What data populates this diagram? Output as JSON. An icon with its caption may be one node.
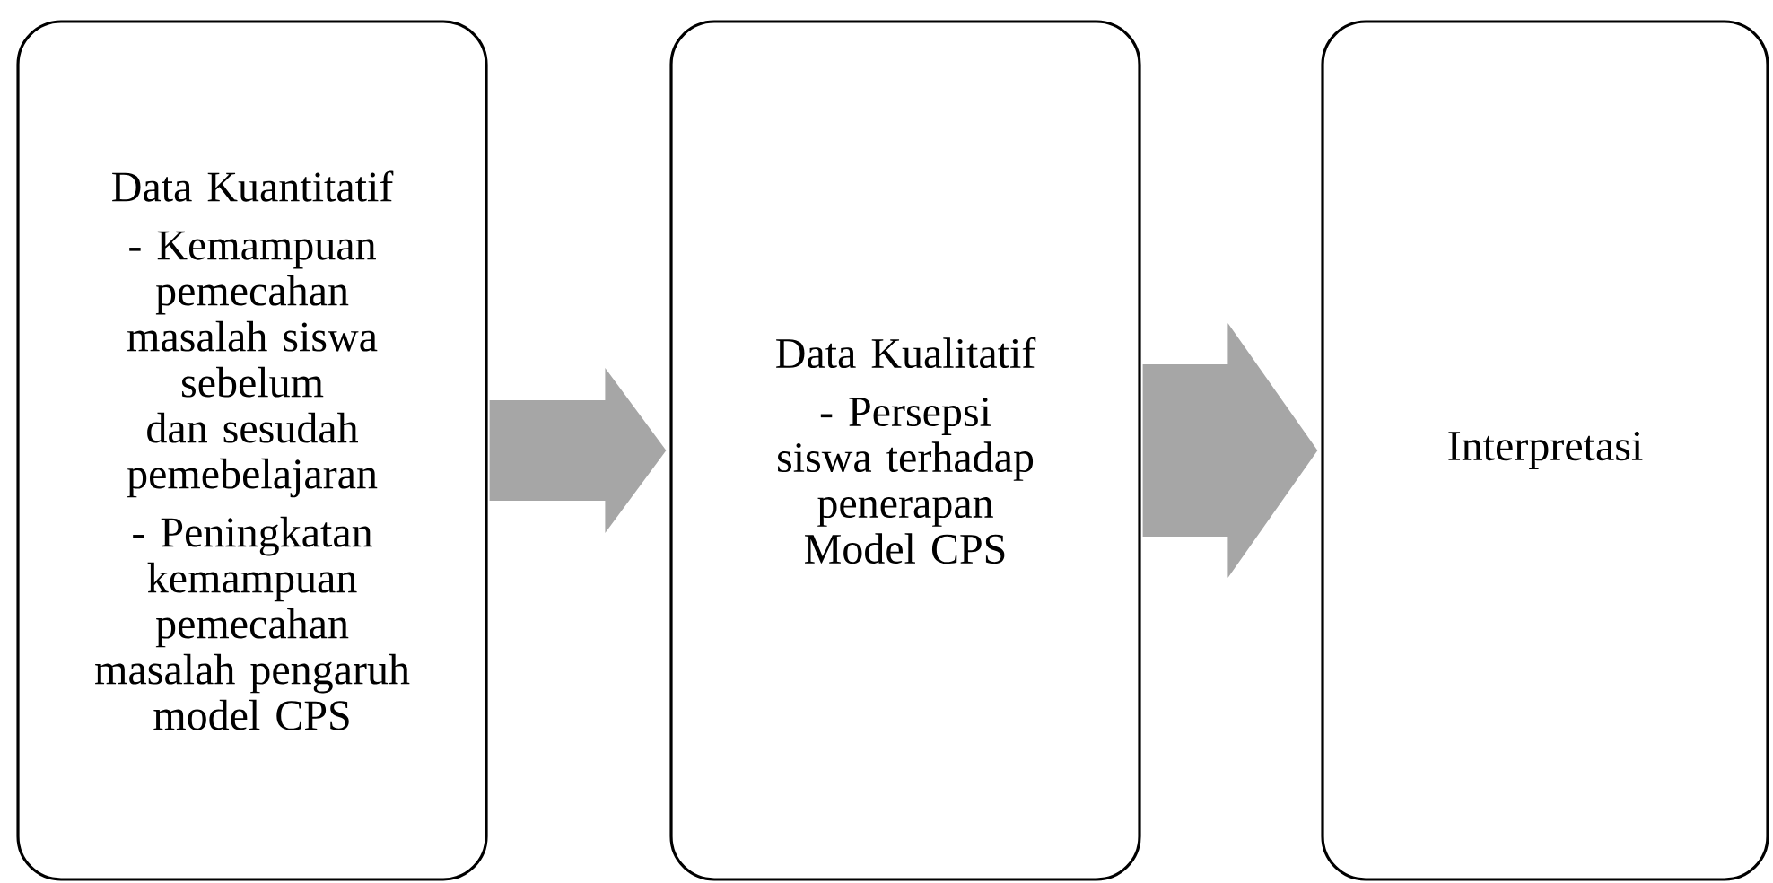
{
  "diagram": {
    "nodes": [
      {
        "text": [
          "Data Kuantitatif",
          "- Kemampuan pemecahan masalah siswa sebelum dan sesudah pemebelajaran",
          "- Peningkatan kemampuan pemecahan masalah pengaruh model CPS"
        ]
      },
      {
        "text": [
          "Data Kualitatif",
          "- Persepsi siswa terhadap penerapan Model CPS"
        ]
      },
      {
        "text": [
          "Interpretasi"
        ]
      }
    ],
    "edges": [
      {
        "from": 0,
        "to": 1,
        "arrow": "to"
      },
      {
        "from": 1,
        "to": 2,
        "arrow": "to"
      }
    ]
  }
}
